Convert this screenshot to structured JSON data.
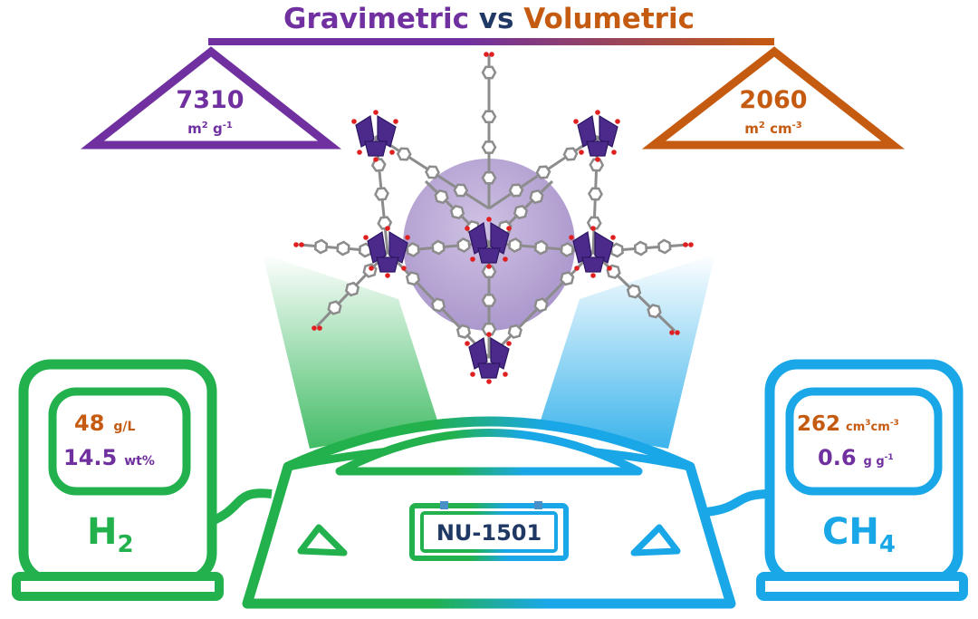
{
  "title": {
    "left": "Gravimetric",
    "mid": " vs ",
    "right": "Volumetric"
  },
  "gravimetric": {
    "value": "7310",
    "unit_base": "m",
    "unit_sup1": "2",
    "unit_mid": " g",
    "unit_sup2": "-1"
  },
  "volumetric": {
    "value": "2060",
    "unit_base": "m",
    "unit_sup1": "2",
    "unit_mid": " cm",
    "unit_sup2": "-3"
  },
  "h2": {
    "vol_value": "48",
    "vol_unit": "g/L",
    "grav_value": "14.5",
    "grav_unit": "wt%",
    "label": "H",
    "label_sub": "2"
  },
  "ch4": {
    "vol_value": "262",
    "vol_unit_a": "cm",
    "vol_unit_sup1": "3",
    "vol_unit_b": "cm",
    "vol_unit_sup2": "-3",
    "grav_value": "0.6",
    "grav_unit_a": "g g",
    "grav_unit_sup": "-1",
    "label": "CH",
    "label_sub": "4"
  },
  "license_plate": "NU-1501",
  "colors": {
    "purple": "#7030a0",
    "orange": "#c55a11",
    "navy": "#1f3864",
    "green": "#22b14c",
    "blue": "#1aa7e8",
    "cluster": "#4b2a8c",
    "linker": "#8c8c8c",
    "oxygen": "#e02020"
  }
}
